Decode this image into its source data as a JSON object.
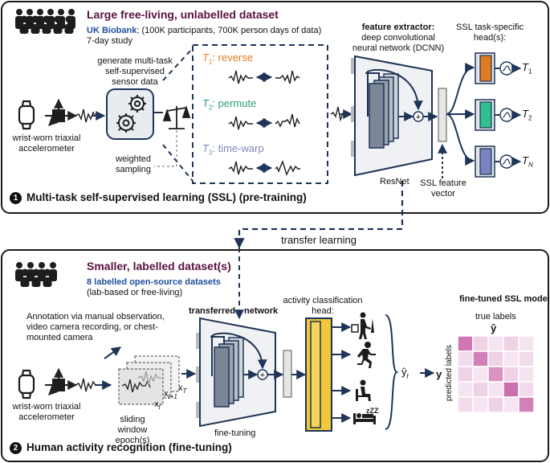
{
  "top": {
    "title": "Large free-living, unlabelled dataset",
    "dataset_name": "UK Biobank",
    "dataset_detail": "; (100K participants, 700K person days of data)",
    "study": "7-day study",
    "sensor_label": "wrist-worn triaxial accelerometer",
    "generate_label": "generate multi-task self-supervised sensor data",
    "weighted_label": "weighted sampling",
    "tasks": [
      {
        "sym": "T",
        "sub": "1",
        "name": ": reverse",
        "color": "#e07b1f"
      },
      {
        "sym": "T",
        "sub": "2",
        "name": ": permute",
        "color": "#2e9c7c"
      },
      {
        "sym": "T",
        "sub": "3",
        "name": ": time-warp",
        "color": "#7f86b8"
      }
    ],
    "extractor_bold": "feature extractor:",
    "extractor_rest": "deep convolutional neural network (DCNN)",
    "resnet_label": "ResNet",
    "heads_label": "SSL task-specific head(s):",
    "heads": [
      {
        "sym": "T",
        "sub": "1",
        "color": "#e07b1f"
      },
      {
        "sym": "T",
        "sub": "2",
        "color": "#2fbf8f"
      },
      {
        "sym": "T",
        "sub": "N",
        "color": "#7b82c0"
      }
    ],
    "feature_vector_label": "SSL feature vector",
    "step_num": "1",
    "step_label": "Multi-task self-supervised learning (SSL) (pre-training)"
  },
  "transfer_label": "transfer learning",
  "bottom": {
    "title": "Smaller, labelled dataset(s)",
    "dataset_name": "8 labelled open-source datasets",
    "dataset_detail": "(lab-based or free-living)",
    "annotation_label": "Annotation via manual observation, video camera recording, or chest-mounted camera",
    "sensor_label": "wrist-worn triaxial accelerometer",
    "window_label": "sliding window epoch(s)",
    "xt_labels": [
      "x",
      "x",
      "x"
    ],
    "xt_subs": [
      "T",
      "t+1",
      "t"
    ],
    "transferred_label": "transferred",
    "network_label": "network",
    "head_label": "activity classification head:",
    "finetuning_label": "fine-tuning",
    "yhat_label": "ŷ",
    "yhat_sub": "t",
    "model_label": "fine-tuned SSL model",
    "true_labels": "true labels",
    "yhat_bold": "ŷ",
    "y_label": "y",
    "predicted_labels": "predicted labels",
    "matrix": [
      [
        0.75,
        0.25,
        0.15,
        0.25,
        0.15
      ],
      [
        0.2,
        0.7,
        0.25,
        0.15,
        0.2
      ],
      [
        0.25,
        0.15,
        0.6,
        0.25,
        0.15
      ],
      [
        0.15,
        0.25,
        0.15,
        0.8,
        0.2
      ],
      [
        0.2,
        0.15,
        0.25,
        0.15,
        0.7
      ]
    ],
    "step_num": "2",
    "step_label": "Human activity recognition (fine-tuning)"
  },
  "colors": {
    "accent": "#5a1240",
    "link": "#1f4f9c",
    "navy": "#1e3557",
    "yellow": "#f3c73a",
    "matrix": "#c04a9a"
  }
}
